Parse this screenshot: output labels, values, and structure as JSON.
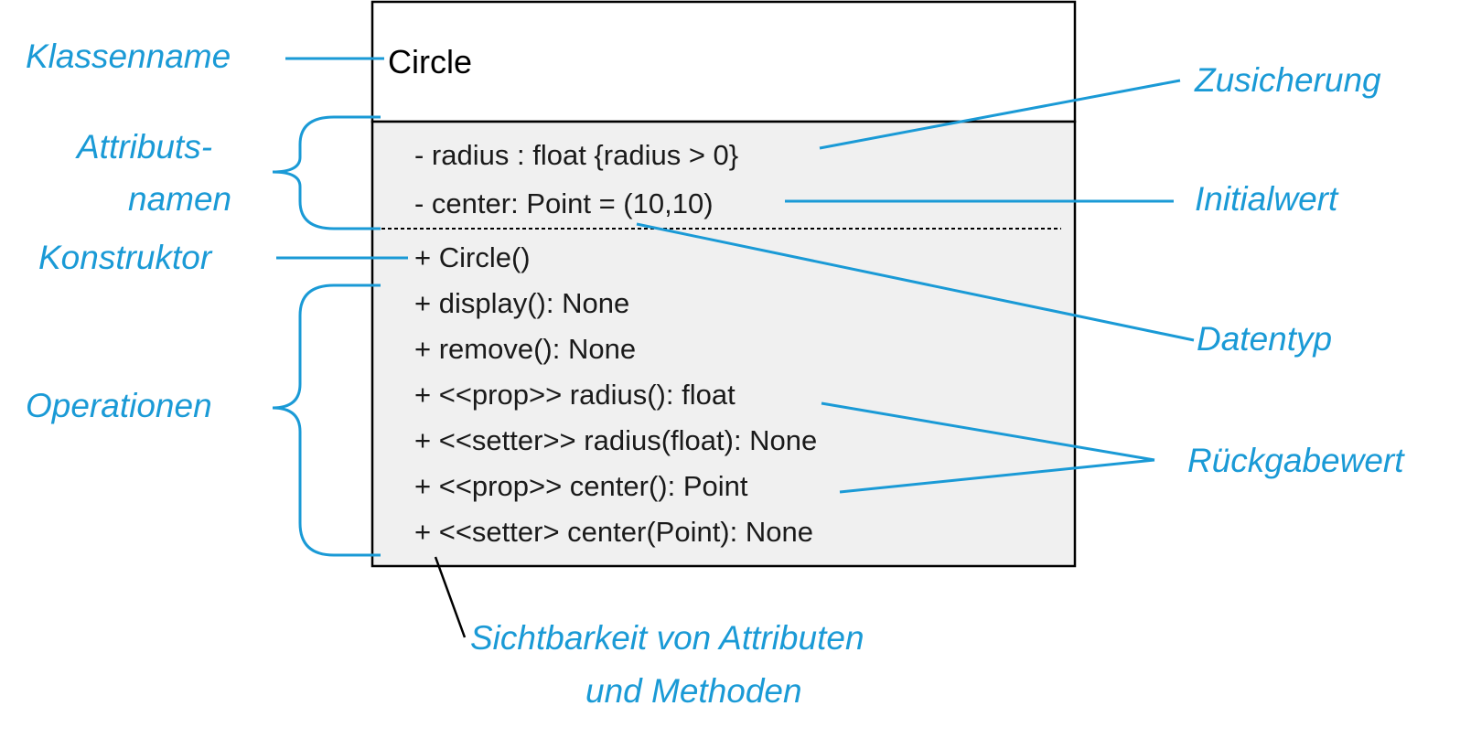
{
  "uml_class": {
    "name": "Circle",
    "attributes": [
      "- radius : float {radius > 0}",
      "- center: Point = (10,10)"
    ],
    "operations": [
      "+ Circle()",
      "+ display(): None",
      "+ remove(): None",
      "+ <<prop>> radius(): float",
      "+ <<setter>> radius(float): None",
      "+ <<prop>> center(): Point",
      "+ <<setter> center(Point): None"
    ]
  },
  "annotations": {
    "klassenname": "Klassenname",
    "attributsnamen_line1": "Attributs-",
    "attributsnamen_line2": "namen",
    "konstruktor": "Konstruktor",
    "operationen": "Operationen",
    "zusicherung": "Zusicherung",
    "initialwert": "Initialwert",
    "datentyp": "Datentyp",
    "rueckgabewert": "Rückgabewert",
    "sichtbarkeit_line1": "Sichtbarkeit von Attributen",
    "sichtbarkeit_line2": "und Methoden"
  },
  "colors": {
    "annotation": "#1a9ad6",
    "class_body": "#f0f0f0",
    "border": "#000000"
  }
}
